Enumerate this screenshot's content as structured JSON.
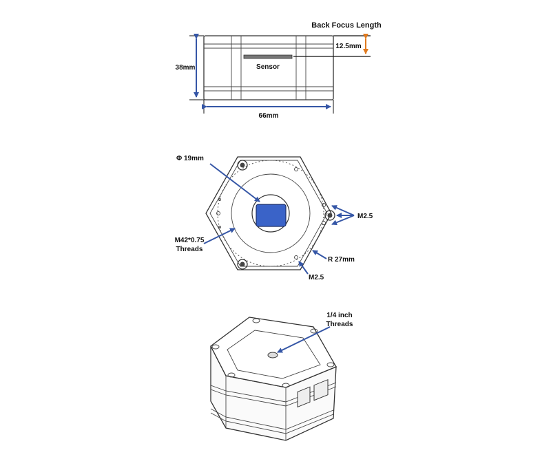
{
  "side_view": {
    "title": "Back Focus Length",
    "sensor_label": "Sensor",
    "height_label": "38mm",
    "width_label": "66mm",
    "bfl_label": "12.5mm"
  },
  "front_view": {
    "aperture_label": "Φ 19mm",
    "threads_label_line1": "M42*0.75",
    "threads_label_line2": "Threads",
    "screw_label_right": "M2.5",
    "radius_label": "R 27mm",
    "screw_label_bottom": "M2.5"
  },
  "iso_view": {
    "tripod_label_line1": "1/4 inch",
    "tripod_label_line2": "Threads"
  },
  "colors": {
    "dimension_blue": "#3556a6",
    "bfl_orange": "#e07a1f",
    "sensor_blue": "#3a63c8"
  }
}
